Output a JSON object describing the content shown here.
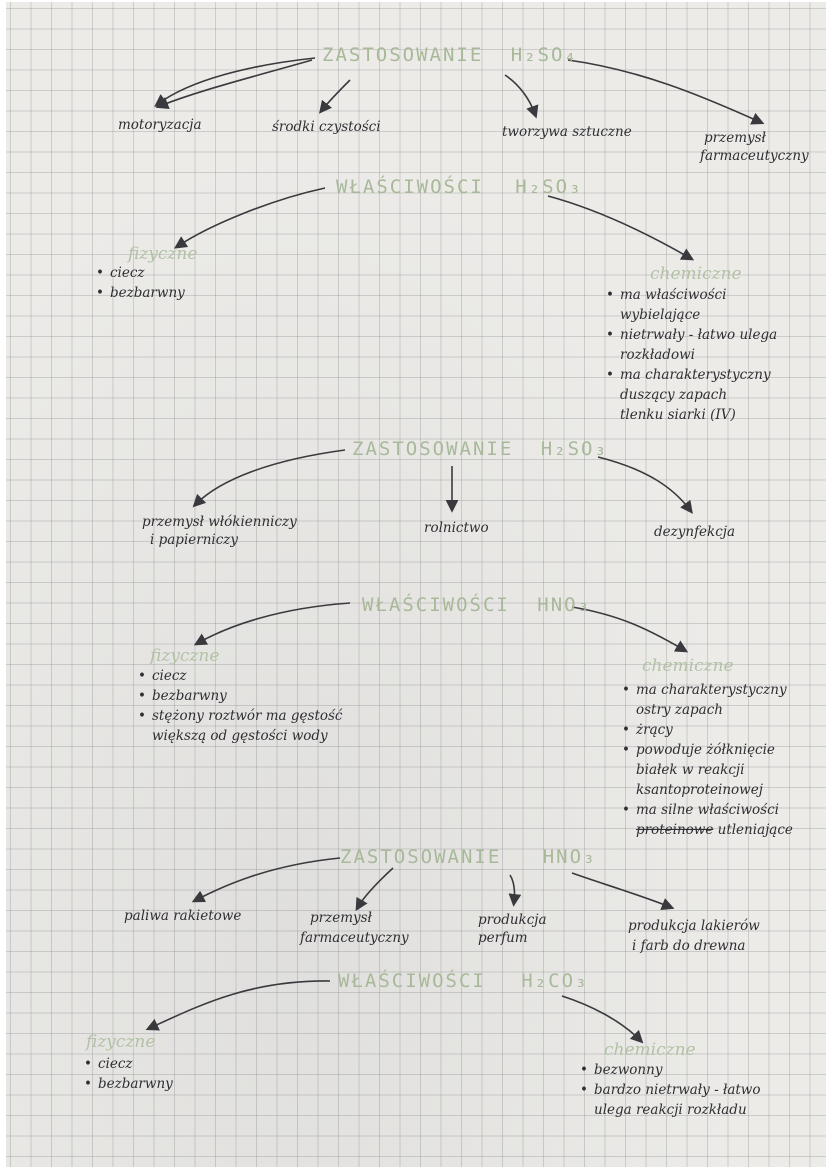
{
  "sections": [
    {
      "heading": "ZASTOSOWANIE",
      "formula": "H₂SO₄",
      "branches": [
        "motoryzacja",
        "środki czystości",
        "tworzywa sztuczne",
        "przemysł",
        "farmaceutyczny"
      ]
    },
    {
      "heading": "WŁAŚCIWOŚCI",
      "formula": "H₂SO₃",
      "physical_label": "fizyczne",
      "physical": [
        "ciecz",
        "bezbarwny"
      ],
      "chemical_label": "chemiczne",
      "chemical": [
        {
          "line1": "ma właściwości",
          "line2": "wybielające"
        },
        {
          "line1": "nietrwały - łatwo ulega",
          "line2": "rozkładowi"
        },
        {
          "line1": "ma charakterystyczny",
          "line2": "duszący zapach",
          "line3": "tlenku siarki (IV)"
        }
      ]
    },
    {
      "heading": "ZASTOSOWANIE",
      "formula": "H₂SO₃",
      "branches": [
        "przemysł włókienniczy",
        "i papierniczy",
        "rolnictwo",
        "dezynfekcja"
      ]
    },
    {
      "heading": "WŁAŚCIWOŚCI",
      "formula": "HNO₃",
      "physical_label": "fizyczne",
      "physical": [
        {
          "line1": "ciecz"
        },
        {
          "line1": "bezbarwny"
        },
        {
          "line1": "stężony roztwór ma gęstość",
          "line2": "większą od gęstości wody"
        }
      ],
      "chemical_label": "chemiczne",
      "chemical": [
        {
          "line1": "ma charakterystyczny",
          "line2": "ostry zapach"
        },
        {
          "line1": "żrący"
        },
        {
          "line1": "powoduje żółknięcie",
          "line2": "białek w reakcji",
          "line3": "ksantoproteinowej"
        },
        {
          "line1": "ma silne właściwości",
          "line2_struck": "proteinowe",
          "line2": "utleniające"
        }
      ]
    },
    {
      "heading": "ZASTOSOWANIE",
      "formula": "HNO₃",
      "branches": [
        "paliwa rakietowe",
        "przemysł",
        "farmaceutyczny",
        "produkcja",
        "perfum",
        "produkcja lakierów",
        "i farb do drewna"
      ]
    },
    {
      "heading": "WŁAŚCIWOŚCI",
      "formula": "H₂CO₃",
      "physical_label": "fizyczne",
      "physical": [
        "ciecz",
        "bezbarwny"
      ],
      "chemical_label": "chemiczne",
      "chemical": [
        {
          "line1": "bezwonny"
        },
        {
          "line1": "bardzo nietrwały - łatwo",
          "line2": "ulega reakcji rozkładu"
        }
      ]
    }
  ],
  "colors": {
    "heading": "#a8b99a",
    "ink": "#2f2f33",
    "paper": "#ecebe8",
    "grid": "#b9b9bd"
  }
}
